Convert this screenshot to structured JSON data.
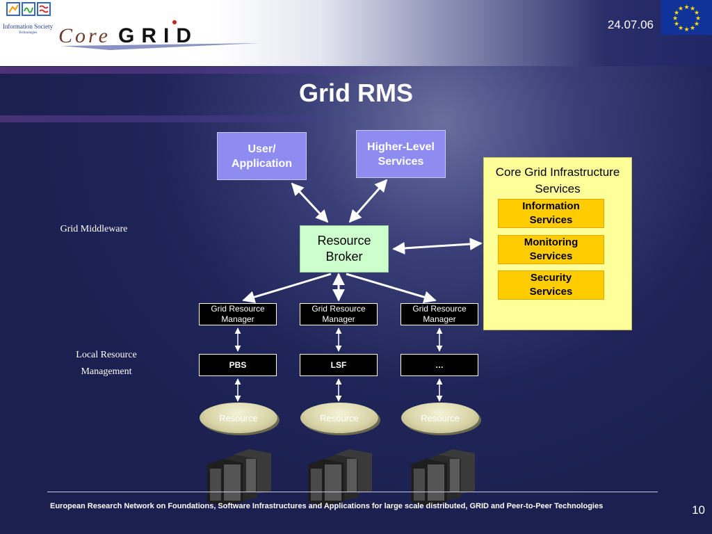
{
  "header": {
    "ist_logo_text": [
      "Information Society",
      "Technologies"
    ],
    "coregrid_logo": "CoreGRID",
    "date": "24.07.06"
  },
  "title": "Grid RMS",
  "diagram": {
    "user_app": "User/ Application",
    "higher_level": "Higher-Level Services",
    "broker": "Resource Broker",
    "core_title": "Core Grid Infrastructure Services",
    "services": [
      "Information Services",
      "Monitoring Services",
      "Security Services"
    ],
    "grid_mgrs": [
      "Grid Resource Manager",
      "Grid Resource Manager",
      "Grid Resource Manager"
    ],
    "local_mgrs": [
      "PBS",
      "LSF",
      "…"
    ],
    "resources": [
      "Resource",
      "Resource",
      "Resource"
    ],
    "labels": {
      "grid_middleware": "Grid Middleware",
      "local_mgmt": "Local Resource Management"
    }
  },
  "footer": {
    "text": "European Research Network on Foundations, Software Infrastructures and Applications for large scale distributed, GRID and Peer-to-Peer Technologies",
    "page": "10"
  },
  "colors": {
    "background": "#1b2050",
    "violet_box": "#8e8cf0",
    "broker": "#ccffcc",
    "core_panel": "#ffff99",
    "service": "#ffcc00"
  }
}
